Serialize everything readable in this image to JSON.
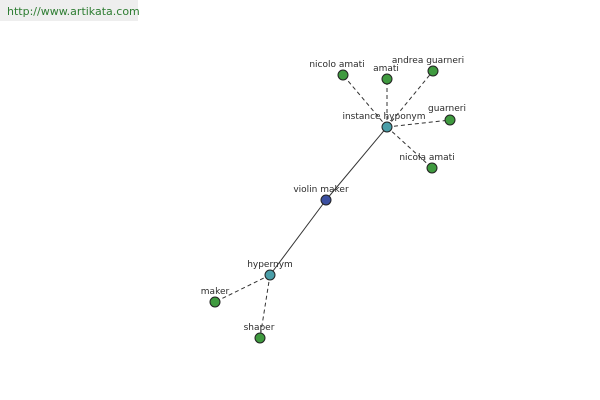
{
  "header": {
    "url": "http://www.artikata.com"
  },
  "colors": {
    "center_node": "#3b4fa0",
    "relation_node": "#4a9ea8",
    "leaf_node": "#3f9a3f"
  },
  "graph": {
    "center": {
      "label": "violin maker"
    },
    "relations": {
      "instance_hyponym": {
        "label": "instance hyponym"
      },
      "hypernym": {
        "label": "hypernym"
      }
    },
    "leaves": {
      "nicolo_amati_1": {
        "label": "nicolo amati"
      },
      "amati": {
        "label": "amati"
      },
      "andrea_guarneri": {
        "label": "andrea guarneri"
      },
      "guarneri": {
        "label": "guarneri"
      },
      "nicola_amati": {
        "label": "nicola amati"
      },
      "maker": {
        "label": "maker"
      },
      "shaper": {
        "label": "shaper"
      }
    }
  }
}
